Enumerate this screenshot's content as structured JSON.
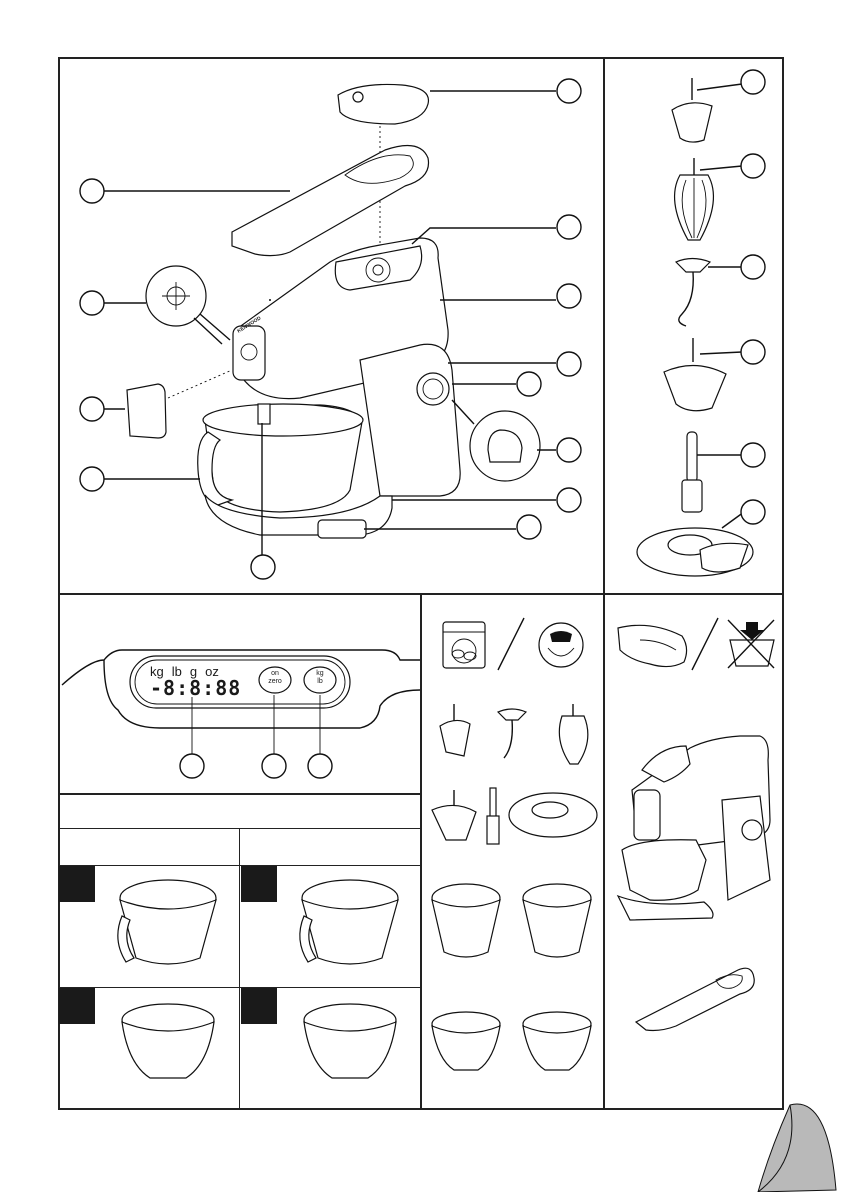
{
  "display": {
    "units": [
      "kg",
      "lb",
      "g",
      "oz"
    ],
    "readout": "-8:8:88",
    "on_zero": [
      "on",
      "zero"
    ],
    "kg_lb": [
      "kg",
      "lb"
    ]
  },
  "mixer_logo": "KENWOOD",
  "colors": {
    "ink": "#1a1a1a",
    "paper": "#ffffff",
    "shade": "#b9b9b9"
  },
  "icons": [
    "dishwasher-icon",
    "dishwasher-safe-icon",
    "hand-wash-icon",
    "no-machine-wash-icon"
  ]
}
